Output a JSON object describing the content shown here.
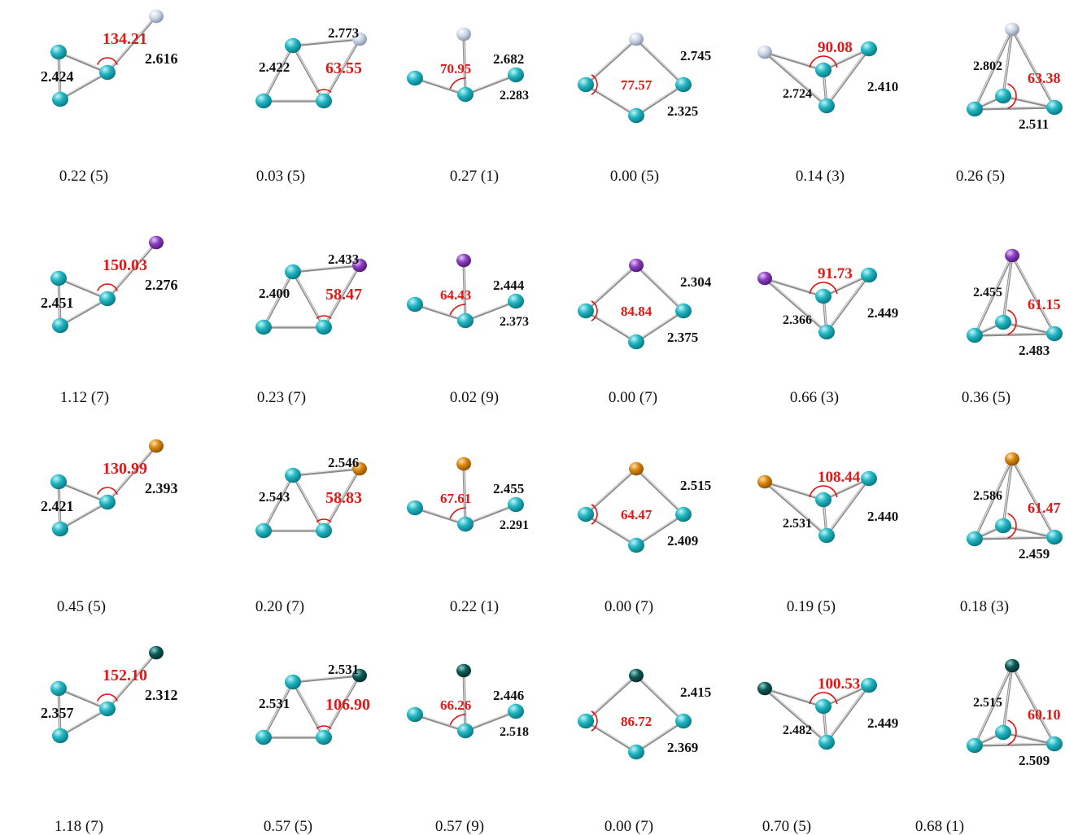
{
  "colors": {
    "host": "#1fb3be",
    "dopant_row1": "#c9d4e4",
    "dopant_row2": "#8b3fc0",
    "dopant_row3": "#d98610",
    "dopant_row4": "#0e5a57",
    "angle": "#e01818",
    "text": "#111111"
  },
  "rows": [
    {
      "dopant_color": "#c9d4e4",
      "structures": [
        {
          "labels": [
            "2.424",
            "2.616"
          ],
          "angle": "134.21",
          "energy": "0.22 (5)"
        },
        {
          "labels": [
            "2.422",
            "2.773"
          ],
          "angle": "63.55",
          "energy": "0.03 (5)"
        },
        {
          "labels": [
            "2.682",
            "2.283"
          ],
          "angle": "70.95",
          "energy": "0.27 (1)"
        },
        {
          "labels": [
            "2.745",
            "2.325"
          ],
          "angle": "77.57",
          "energy": "0.00 (5)"
        },
        {
          "labels": [
            "2.724",
            "2.410"
          ],
          "angle": "90.08",
          "energy": "0.14 (3)"
        },
        {
          "labels": [
            "2.802",
            "2.511"
          ],
          "angle": "63.38",
          "energy": "0.26 (5)"
        }
      ]
    },
    {
      "dopant_color": "#8b3fc0",
      "structures": [
        {
          "labels": [
            "2.451",
            "2.276"
          ],
          "angle": "150.03",
          "energy": "1.12 (7)"
        },
        {
          "labels": [
            "2.400",
            "2.433"
          ],
          "angle": "58.47",
          "energy": "0.23 (7)"
        },
        {
          "labels": [
            "2.444",
            "2.373"
          ],
          "angle": "64.43",
          "energy": "0.02 (9)"
        },
        {
          "labels": [
            "2.304",
            "2.375"
          ],
          "angle": "84.84",
          "energy": "0.00 (7)"
        },
        {
          "labels": [
            "2.366",
            "2.449"
          ],
          "angle": "91.73",
          "energy": "0.66 (3)"
        },
        {
          "labels": [
            "2.455",
            "2.483"
          ],
          "angle": "61.15",
          "energy": "0.36 (5)"
        }
      ]
    },
    {
      "dopant_color": "#d98610",
      "structures": [
        {
          "labels": [
            "2.421",
            "2.393"
          ],
          "angle": "130.99",
          "energy": "0.45 (5)"
        },
        {
          "labels": [
            "2.543",
            "2.546"
          ],
          "angle": "58.83",
          "energy": "0.20 (7)"
        },
        {
          "labels": [
            "2.455",
            "2.291"
          ],
          "angle": "67.61",
          "energy": "0.22 (1)"
        },
        {
          "labels": [
            "2.515",
            "2.409"
          ],
          "angle": "64.47",
          "energy": "0.00 (7)"
        },
        {
          "labels": [
            "2.531",
            "2.440"
          ],
          "angle": "108.44",
          "energy": "0.19 (5)"
        },
        {
          "labels": [
            "2.586",
            "2.459"
          ],
          "angle": "61.47",
          "energy": "0.18 (3)"
        }
      ]
    },
    {
      "dopant_color": "#0e5a57",
      "structures": [
        {
          "labels": [
            "2.357",
            "2.312"
          ],
          "angle": "152.10",
          "energy": "1.18 (7)"
        },
        {
          "labels": [
            "2.531",
            "2.531"
          ],
          "angle": "106.90",
          "energy": "0.57 (5)"
        },
        {
          "labels": [
            "2.446",
            "2.518"
          ],
          "angle": "66.26",
          "energy": "0.57 (9)"
        },
        {
          "labels": [
            "2.415",
            "2.369"
          ],
          "angle": "86.72",
          "energy": "0.00 (7)"
        },
        {
          "labels": [
            "2.482",
            "2.449"
          ],
          "angle": "100.53",
          "energy": "0.70 (5)"
        },
        {
          "labels": [
            "2.515",
            "2.509"
          ],
          "angle": "60.10",
          "energy": "0.68 (1)"
        }
      ]
    }
  ]
}
